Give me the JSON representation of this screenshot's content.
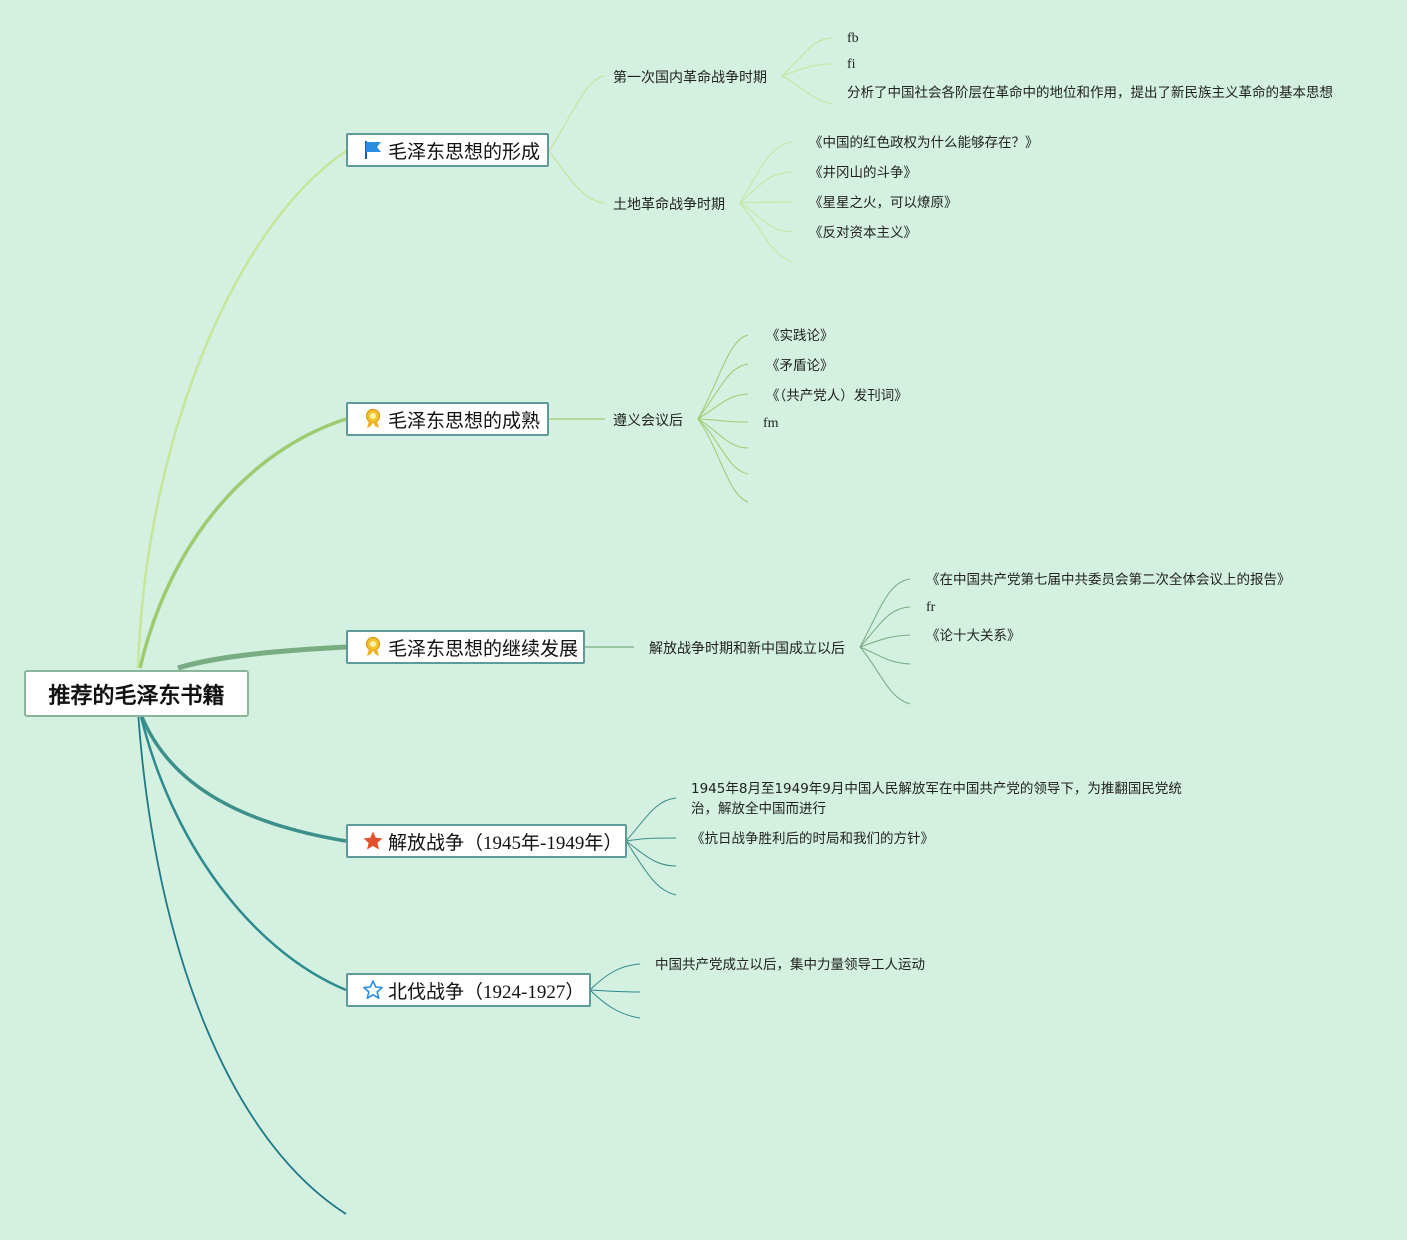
{
  "root": {
    "title": "推荐的毛泽东书籍"
  },
  "branches": [
    {
      "label": "毛泽东思想的形成",
      "icon": "flag-icon",
      "subs": [
        {
          "label": "第一次国内革命战争时期",
          "leaves": [
            "fb",
            "fi",
            "分析了中国社会各阶层在革命中的地位和作用，提出了新民族主义革命的基本思想"
          ]
        },
        {
          "label": "土地革命战争时期",
          "leaves": [
            "《中国的红色政权为什么能够存在？》",
            "《井冈山的斗争》",
            "《星星之火，可以燎原》",
            "《反对资本主义》"
          ]
        }
      ]
    },
    {
      "label": "毛泽东思想的成熟",
      "icon": "medal-icon",
      "subs": [
        {
          "label": "遵义会议后",
          "leaves": [
            "《实践论》",
            "《矛盾论》",
            "《（共产党人）发刊词》",
            "fm"
          ]
        }
      ]
    },
    {
      "label": "毛泽东思想的继续发展",
      "icon": "medal-icon",
      "subs": [
        {
          "label": "解放战争时期和新中国成立以后",
          "leaves": [
            "《在中国共产党第七届中共委员会第二次全体会议上的报告》",
            "fr",
            "《论十大关系》"
          ]
        }
      ]
    },
    {
      "label": "解放战争（1945年-1949年）",
      "icon": "star-filled-icon",
      "leaves": [
        "1945年8月至1949年9月中国人民解放军在中国共产党的领导下，为推翻国民党统治，解放全中国而进行",
        "《抗日战争胜利后的时局和我们的方针》"
      ]
    },
    {
      "label": "北伐战争（1924-1927）",
      "icon": "star-outline-icon",
      "leaves": [
        "中国共产党成立以后，集中力量领导工人运动"
      ]
    }
  ],
  "colors": {
    "background": "#d3f0e1",
    "branch1": "#c6e69a",
    "branch2": "#9ccc6f",
    "branch3": "#78ac82",
    "branch4": "#3c8f8b",
    "branch5": "#2d8a8e",
    "branch6": "#1f7a87"
  }
}
